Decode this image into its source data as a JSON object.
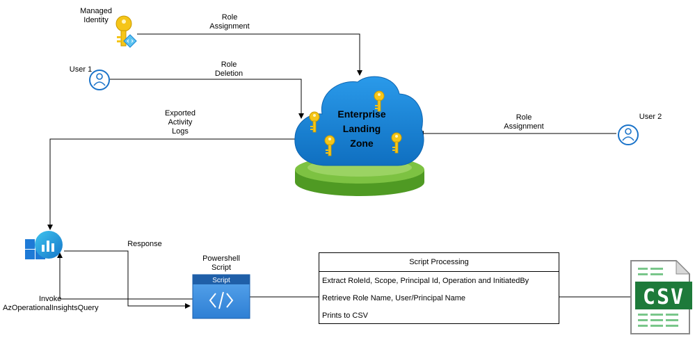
{
  "labels": {
    "managed_identity": [
      "Managed",
      "Identity"
    ],
    "role_assignment_top": [
      "Role",
      "Assignment"
    ],
    "user1": "User 1",
    "role_deletion": [
      "Role",
      "Deletion"
    ],
    "exported_logs": [
      "Exported",
      "Activity",
      "Logs"
    ],
    "user2": "User 2",
    "role_assignment_right": [
      "Role",
      "Assignment"
    ],
    "response": "Response",
    "powershell": [
      "Powershell",
      "Script"
    ],
    "invoke": [
      "Invoke-",
      "AzOperationalInsightsQuery"
    ]
  },
  "cloud": {
    "title": [
      "Enterprise",
      "Landing",
      "Zone"
    ]
  },
  "script_card": {
    "header": "Script"
  },
  "processing": {
    "title": "Script Processing",
    "rows": [
      "Extract RoleId, Scope, Principal Id, Operation and InitiatedBy",
      "Retrieve Role Name, User/Principal Name",
      "Prints to CSV"
    ]
  },
  "csv_icon": {
    "text": "CSV"
  },
  "colors": {
    "cloud": "#1a87d6",
    "platform": "#5ea82c",
    "key": "#f5c518",
    "user_icon": "#1a73c9",
    "script": "#3a8de0",
    "csv": "#1e7a3a"
  }
}
